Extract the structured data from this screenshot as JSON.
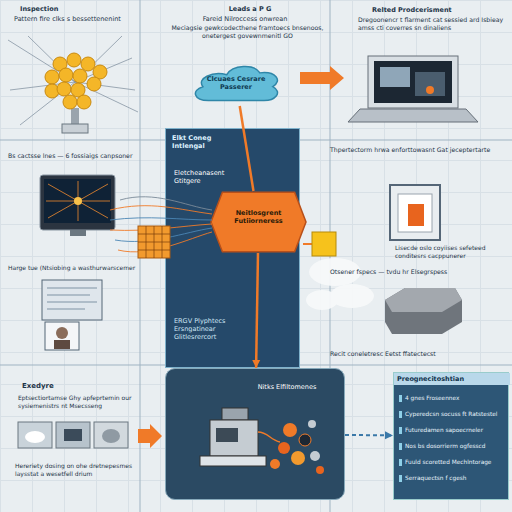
{
  "diagram": {
    "nodes": [
      {
        "text": [
          "Clcuaes Cesrare Passerer"
        ]
      },
      {
        "text": [
          "Elkt Coneg Intlengal",
          "Eletcheanasent Gtitgere",
          "ERGV Plyphtecs Ersngatinear Glitlesrercort"
        ]
      },
      {
        "text": [
          "Neitlosgrent Futiiorneress"
        ],
        "in": 1
      },
      {
        "text": [
          "Nitks Elfiltomenes"
        ]
      },
      {
        "text": [
          "Preognecitoshtian",
          "4 gnes Froseennex",
          "Cyperedcsn socuss ft Ratstestel",
          "Futuredamen sapoecrneler",
          "Nos bs dosorrierm ogfesscd",
          "Fuuld scoretted Mechlntorage",
          "Serraquectsn f cgesh"
        ]
      }
    ],
    "edges": [
      {
        "from": 2,
        "to": 0,
        "arrow": "none"
      },
      {
        "from": 2,
        "to": 3,
        "arrow": "to"
      },
      {
        "from": 3,
        "to": 4,
        "arrow": "to"
      }
    ],
    "labels": [
      "Inspection",
      "Pattern fire clks s bessettenenint",
      "Leads a P G",
      "Fareid Nilroccess onwrean",
      "Meciagsie gewkcodecthene framtoecs bnsenoos, onetergest govewnmenitl GO",
      "Relted Prodcerisment",
      "Dregoonencr t flarment cat sessied ard Isbieay amss cti coverres sn dinaliens",
      "Bs cactsse lnes — 6 fossiaigs canpsoner",
      "Thpertectorm hrwa enforttowasnt Gat jeceptertarte",
      "Harge tue (Ntsiobing a wasthurwarscemer",
      "Lisecde oslo coyiises sefeteed conditesrs cacppunerer",
      "Otsener fspecs — tvdu hr Elsegrspess",
      "Recit coneletresc Eetst ffatectecst",
      "Exedyre",
      "Eptsectiortamse Ghy apfeprtemin our sysiemenistrs nt Msecsseng",
      "Hereriety dosing on ohe dretnepesmes laysstat a wesetfell drium"
    ]
  }
}
